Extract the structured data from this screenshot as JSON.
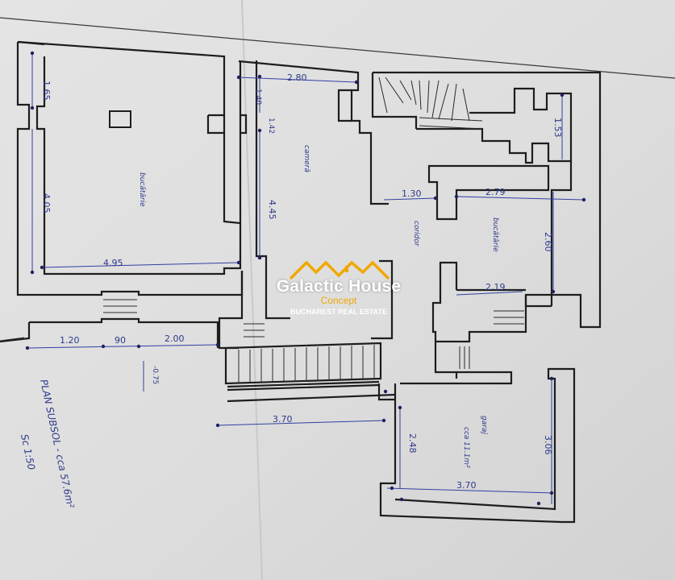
{
  "plan": {
    "title_note": "PLAN SUBSOL - cca 57.6m²",
    "scale": "Sc 1:50",
    "level": "-0.75"
  },
  "rooms": {
    "bucatarie_left": "bucătărie",
    "camera": "cameră",
    "corridor": "coridor",
    "bucatarie_right": "bucătărie",
    "garaj": "garaj",
    "garaj_area": "cca 11.1m²"
  },
  "dims": {
    "d165": "1.65",
    "d405": "4.05",
    "d495": "4.95",
    "d280": "2.80",
    "d140": "1.40",
    "d142": "1.42",
    "d445": "4.45",
    "d130": "1.30",
    "d279": "2.79",
    "d153": "1.53",
    "d260": "2.60",
    "d219": "2.19",
    "d120": "1.20",
    "d90": "90",
    "d200": "2.00",
    "d370a": "3.70",
    "d248": "2.48",
    "d370b": "3.70",
    "d306": "3.06"
  },
  "watermark": {
    "brand": "Galactic House",
    "sub": "Concept",
    "tagline": "BUCHAREST REAL ESTATE",
    "accent_color": "#f0a800"
  }
}
